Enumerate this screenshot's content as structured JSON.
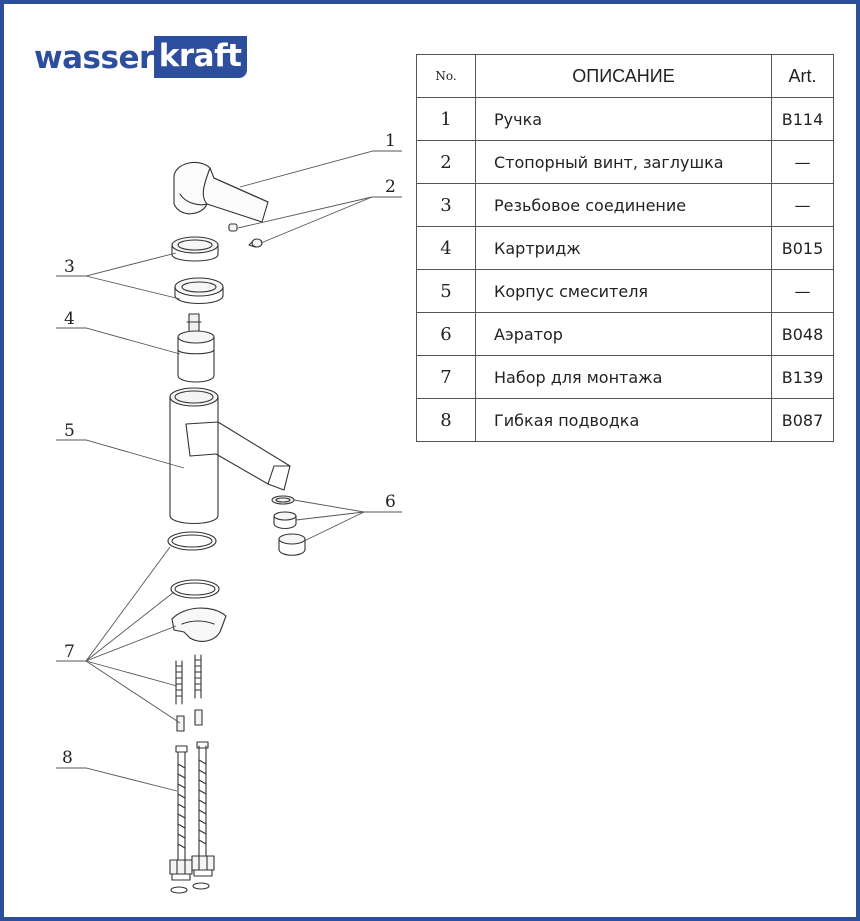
{
  "logo": {
    "part1": "wasser",
    "part2": "kraft"
  },
  "table": {
    "headers": {
      "no": "No.",
      "description": "ОПИСАНИЕ",
      "art": "Art."
    },
    "rows": [
      {
        "no": "1",
        "description": "Ручка",
        "art": "B114"
      },
      {
        "no": "2",
        "description": "Стопорный винт, заглушка",
        "art": "—"
      },
      {
        "no": "3",
        "description": "Резьбовое соединение",
        "art": "—"
      },
      {
        "no": "4",
        "description": "Картридж",
        "art": "B015"
      },
      {
        "no": "5",
        "description": "Корпус смесителя",
        "art": "—"
      },
      {
        "no": "6",
        "description": "Аэратор",
        "art": "B048"
      },
      {
        "no": "7",
        "description": "Набор для монтажа",
        "art": "B139"
      },
      {
        "no": "8",
        "description": "Гибкая подводка",
        "art": "B087"
      }
    ]
  },
  "callouts": {
    "c1": "1",
    "c2": "2",
    "c3": "3",
    "c4": "4",
    "c5": "5",
    "c6": "6",
    "c7": "7",
    "c8": "8"
  },
  "colors": {
    "frame": "#2b4f9b",
    "brand": "#2c4e9c",
    "line": "#555555"
  }
}
